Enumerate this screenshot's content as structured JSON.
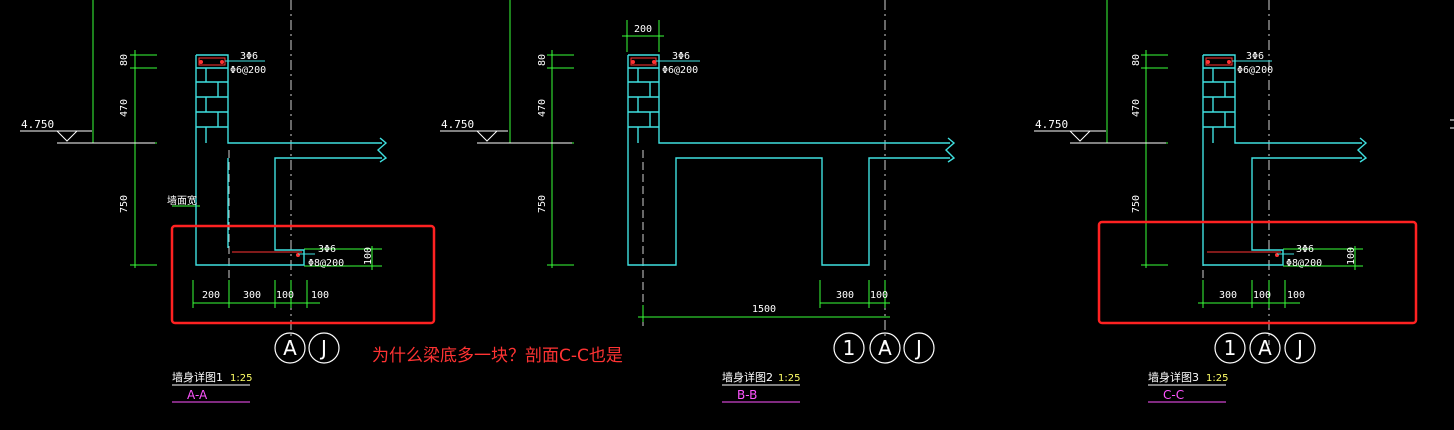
{
  "annotation": "为什么梁底多一块？剖面C-C也是",
  "colors": {
    "background": "#000000",
    "outline": "#3fe0e0",
    "dimension": "#39ff39",
    "centerline": "#cfcfcf",
    "annotation": "#ff2222",
    "rebar": "#ff3333"
  },
  "details": [
    {
      "elevation": "4.750",
      "dims_vertical": [
        "80",
        "470",
        "750"
      ],
      "rebar_top": [
        "3Φ6",
        "Φ6@200"
      ],
      "rebar_bottom": [
        "3Φ6",
        "Φ8@200"
      ],
      "dim_100": "100",
      "dims_bottom": [
        "200",
        "300",
        "100",
        "100"
      ],
      "side_label": "墙面宽",
      "axis_labels": [
        "A",
        "J"
      ],
      "title": "墙身详图1",
      "scale": "1:25",
      "section": "A-A"
    },
    {
      "elevation": "4.750",
      "top_dim": "200",
      "dims_vertical": [
        "80",
        "470",
        "750"
      ],
      "rebar_top": [
        "3Φ6",
        "Φ6@200"
      ],
      "dims_bottom": [
        "300",
        "100"
      ],
      "overall_dim": "1500",
      "axis_labels": [
        "1",
        "A",
        "J"
      ],
      "title": "墙身详图2",
      "scale": "1:25",
      "section": "B-B"
    },
    {
      "elevation": "4.750",
      "dims_vertical": [
        "80",
        "470",
        "750"
      ],
      "rebar_top": [
        "3Φ6",
        "Φ6@200"
      ],
      "rebar_bottom": [
        "3Φ6",
        "Φ8@200"
      ],
      "dim_100": "100",
      "dims_bottom": [
        "300",
        "100",
        "100"
      ],
      "axis_labels": [
        "1",
        "A",
        "J"
      ],
      "title": "墙身详图3",
      "scale": "1:25",
      "section": "C-C"
    }
  ]
}
